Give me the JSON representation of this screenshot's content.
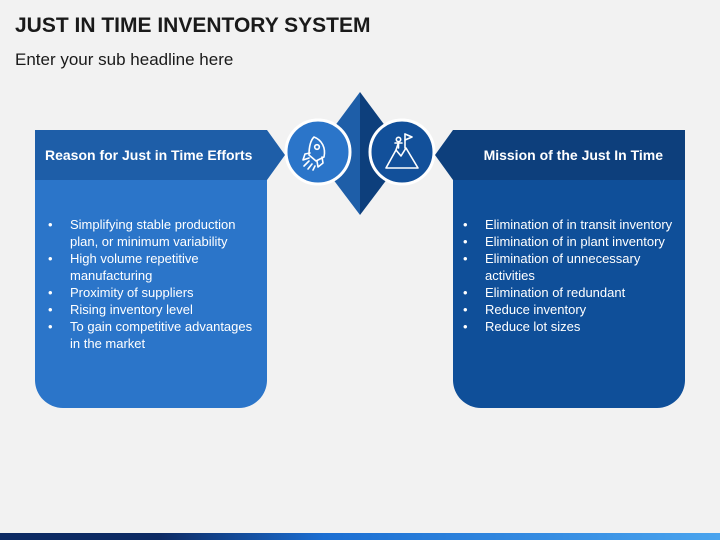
{
  "slide": {
    "title": "JUST IN TIME INVENTORY SYSTEM",
    "subtitle": "Enter your sub headline here"
  },
  "left_panel": {
    "heading": "Reason for Just in Time Efforts",
    "items": [
      "Simplifying stable production plan, or minimum variability",
      "High volume repetitive manufacturing",
      "Proximity of suppliers",
      "Rising inventory level",
      "To gain competitive advantages in the market"
    ],
    "icon": "rocket-icon"
  },
  "right_panel": {
    "heading": "Mission of the Just In Time",
    "items": [
      "Elimination of in transit inventory",
      "Elimination of in plant inventory",
      "Elimination of unnecessary activities",
      "Elimination of redundant",
      "Reduce inventory",
      "Reduce lot sizes"
    ],
    "icon": "mountain-flag-icon"
  },
  "colors": {
    "left_panel": "#2b75c9",
    "left_header": "#1e5ea8",
    "right_panel": "#0f4f99",
    "right_header": "#0d3f7c",
    "background": "#f2f2f2"
  }
}
